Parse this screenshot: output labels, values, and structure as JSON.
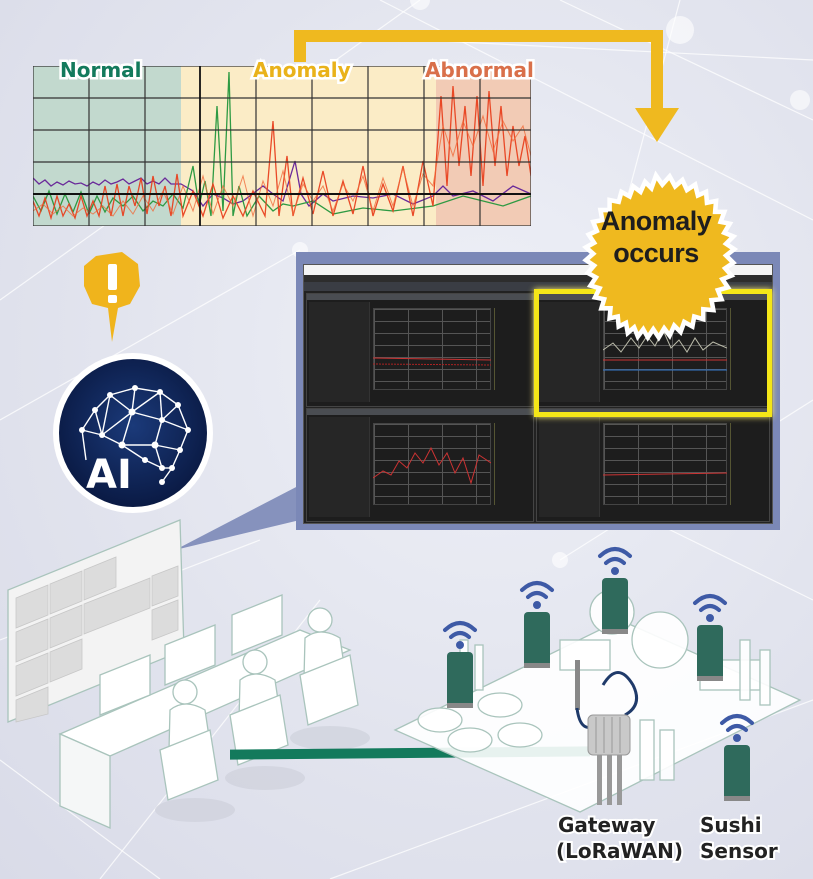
{
  "chart": {
    "labels": {
      "normal": "Normal",
      "anomaly": "Anomaly",
      "abnormal": "Abnormal"
    },
    "colors": {
      "normal_zone": "#c2d9ce",
      "anomaly_zone": "#fbecc6",
      "abnormal_zone": "#f2cbb5",
      "normal_label": "#137a5c",
      "anomaly_label": "#e9b21a",
      "abnormal_label": "#d9704a",
      "series_red": "#e8401f",
      "series_green": "#2e9a43",
      "series_purple": "#6a2a9a",
      "series_blue": "#2b3d9c"
    }
  },
  "chart_data": {
    "type": "line",
    "title": "",
    "xlabel": "",
    "ylabel": "",
    "grid": true,
    "zones": [
      {
        "name": "Normal",
        "x_start": 0,
        "x_end": 0.3
      },
      {
        "name": "Anomaly",
        "x_start": 0.3,
        "x_end": 0.815
      },
      {
        "name": "Abnormal",
        "x_start": 0.815,
        "x_end": 1.0
      }
    ],
    "series": [
      {
        "name": "red",
        "description": "noisy signal, low in Normal, rising spikes in Anomaly, dense high values in Abnormal"
      },
      {
        "name": "green",
        "description": "low in Normal, tall spikes early in Anomaly zone"
      },
      {
        "name": "purple",
        "description": "flat baseline in Normal, occasional spikes in Anomaly/Abnormal"
      },
      {
        "name": "blue",
        "description": "low-level noise near bottom"
      }
    ],
    "legend": "none"
  },
  "callout": {
    "line1": "Anomaly",
    "line2": "occurs",
    "color": "#efb91f"
  },
  "alert": {
    "symbol": "!",
    "color": "#f0b41c"
  },
  "ai_badge": {
    "text": "AI",
    "bg": "#0f2355"
  },
  "dashboard": {
    "frame_color": "#7b88b7",
    "highlight_color": "#f4e618",
    "panes": 4
  },
  "captions": {
    "gateway_line1": "Gateway",
    "gateway_line2": "(LoRaWAN)",
    "sensor_line1": "Sushi",
    "sensor_line2": "Sensor"
  },
  "link_color": "#137a5c",
  "sensor_color": "#2f6a5c",
  "wifi_color": "#3e5aa6"
}
